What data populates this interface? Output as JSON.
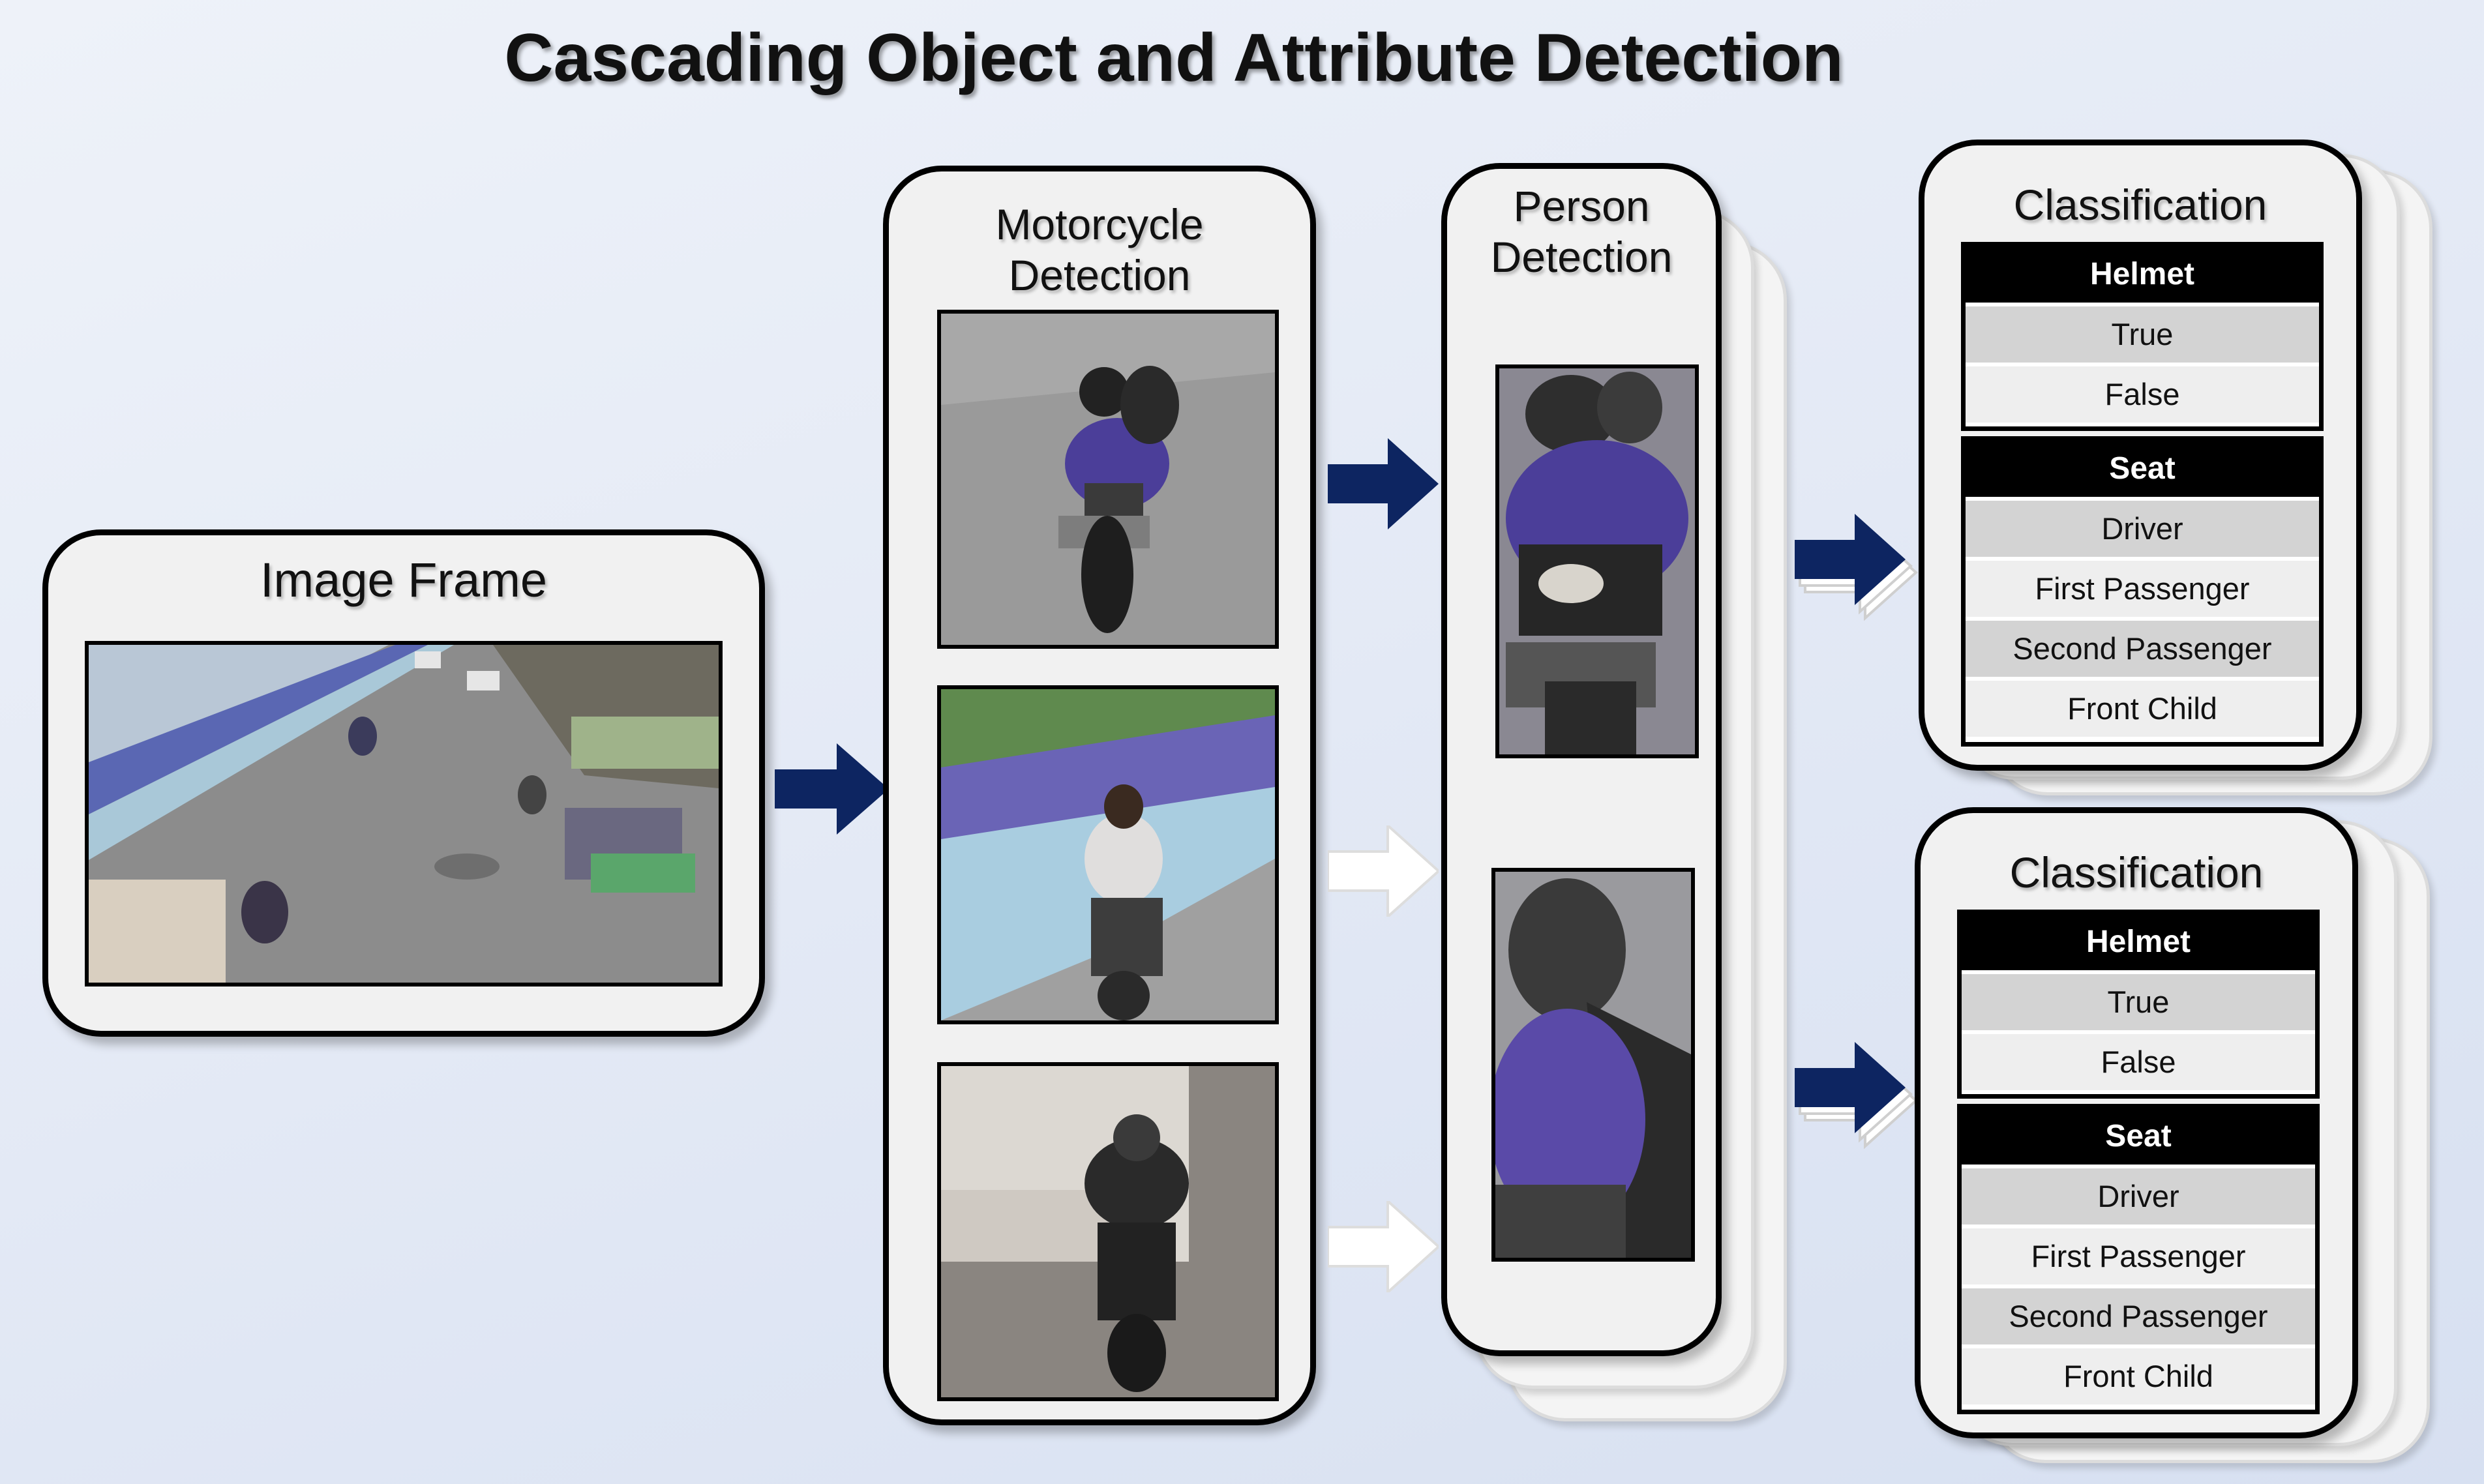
{
  "title": "Cascading Object and Attribute Detection",
  "image_frame": {
    "label": "Image Frame"
  },
  "motorcycle_detection": {
    "label_line1": "Motorcycle",
    "label_line2": "Detection"
  },
  "person_detection": {
    "label_line1": "Person",
    "label_line2": "Detection"
  },
  "classification_top": {
    "label": "Classification",
    "helmet_header": "Helmet",
    "helmet_options": [
      "True",
      "False"
    ],
    "seat_header": "Seat",
    "seat_options": [
      "Driver",
      "First Passenger",
      "Second Passenger",
      "Front Child"
    ]
  },
  "classification_bottom": {
    "label": "Classification",
    "helmet_header": "Helmet",
    "helmet_options": [
      "True",
      "False"
    ],
    "seat_header": "Seat",
    "seat_options": [
      "Driver",
      "First Passenger",
      "Second Passenger",
      "Front Child"
    ]
  },
  "colors": {
    "arrow_dark": "#0d2561",
    "arrow_white": "#ffffff",
    "panel_bg": "#f1f1f1"
  }
}
